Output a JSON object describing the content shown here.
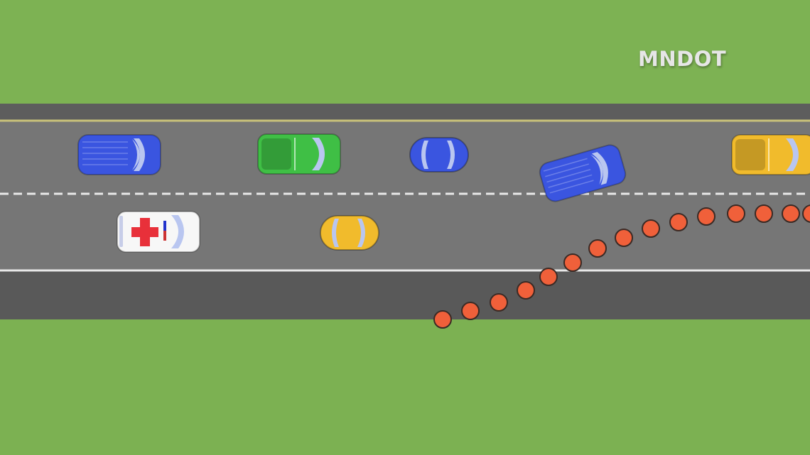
{
  "watermark": {
    "text": "MNDOT"
  },
  "colors": {
    "grass": "#7cb152",
    "shoulder": "#5c5c5c",
    "lane": "#747474",
    "edge_line_top": "#c9c27a",
    "lane_markings": "#e8e8e8",
    "cones": "#f0603a",
    "blue_vehicle": "#3a55e0",
    "green_vehicle": "#3fbf45",
    "yellow_vehicle": "#f1bb2c",
    "ambulance": "#f7f7f7",
    "ambulance_cross": "#e8303a"
  },
  "vehicles": [
    {
      "type": "van",
      "color": "blue",
      "lane": "left"
    },
    {
      "type": "pickup",
      "color": "green",
      "lane": "left"
    },
    {
      "type": "car",
      "color": "blue",
      "lane": "left"
    },
    {
      "type": "van",
      "color": "blue",
      "lane": "changing"
    },
    {
      "type": "pickup",
      "color": "yellow",
      "lane": "left"
    },
    {
      "type": "ambulance",
      "color": "white",
      "lane": "right"
    },
    {
      "type": "car",
      "color": "yellow",
      "lane": "right"
    }
  ],
  "icons": {
    "cone_marker": "traffic-cone-dot",
    "ambulance_cross": "red-cross-icon"
  }
}
